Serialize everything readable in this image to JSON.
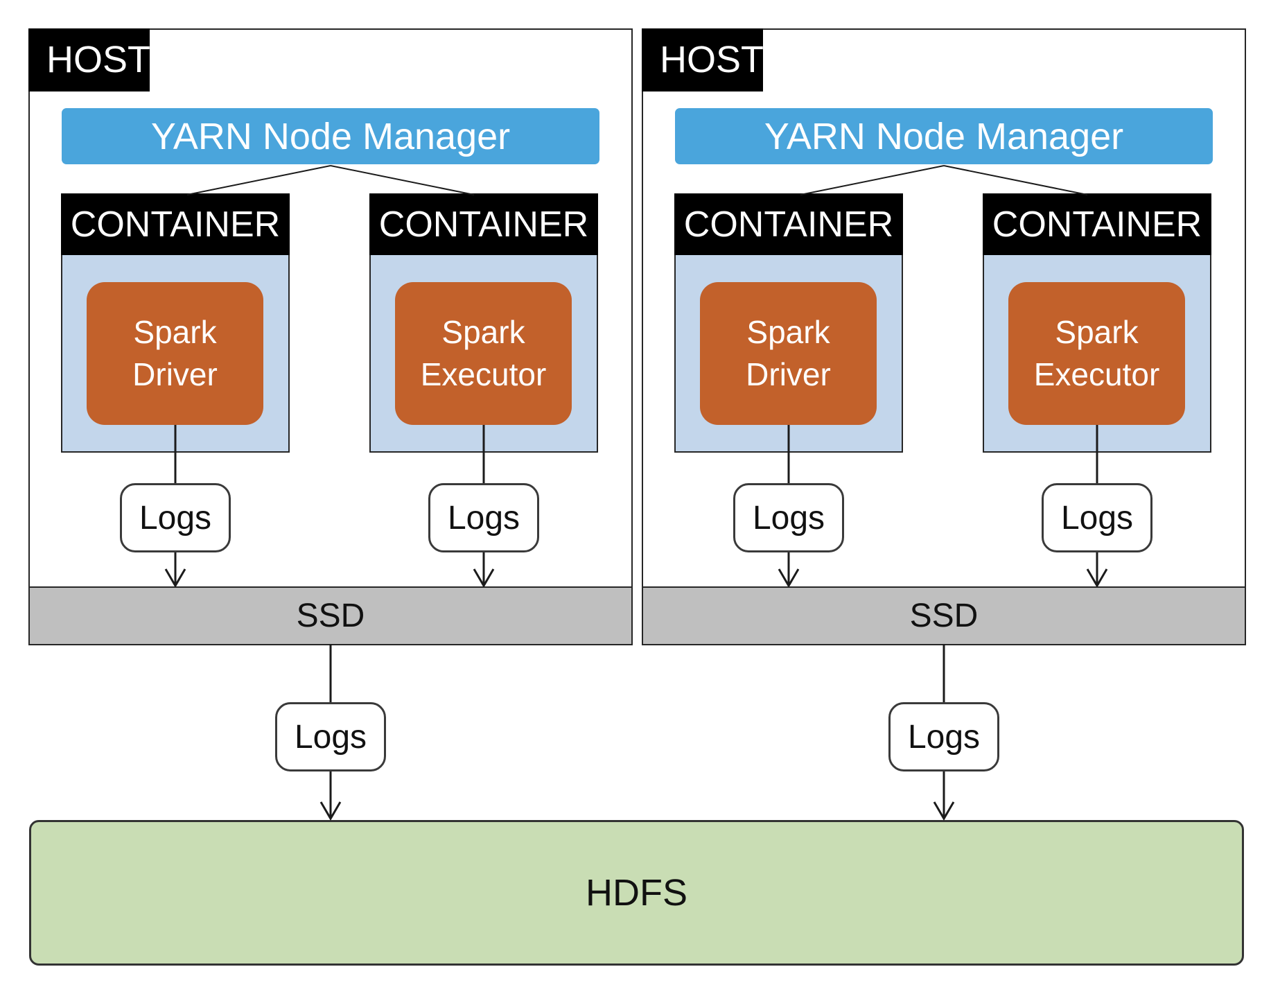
{
  "hosts": [
    {
      "label": "HOST",
      "node_manager_label": "YARN Node Manager",
      "containers": [
        {
          "label": "CONTAINER",
          "process_label": "Spark Driver",
          "logs_label": "Logs"
        },
        {
          "label": "CONTAINER",
          "process_label": "Spark Executor",
          "logs_label": "Logs"
        }
      ],
      "ssd_label": "SSD",
      "ssd_logs_label": "Logs"
    },
    {
      "label": "HOST",
      "node_manager_label": "YARN Node Manager",
      "containers": [
        {
          "label": "CONTAINER",
          "process_label": "Spark Driver",
          "logs_label": "Logs"
        },
        {
          "label": "CONTAINER",
          "process_label": "Spark Executor",
          "logs_label": "Logs"
        }
      ],
      "ssd_label": "SSD",
      "ssd_logs_label": "Logs"
    }
  ],
  "hdfs_label": "HDFS",
  "colors": {
    "node_manager_blue": "#4AA5DC",
    "container_body_blue": "#C3D6EB",
    "process_orange": "#C2612B",
    "ssd_gray": "#BFBFBF",
    "hdfs_green": "#C9DDB4",
    "label_black": "#000000",
    "line_dark": "#1B1B1B"
  }
}
